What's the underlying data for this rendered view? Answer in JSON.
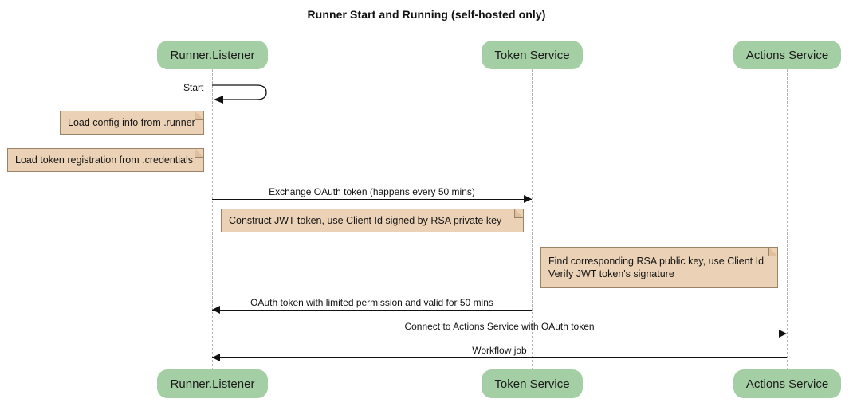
{
  "diagram": {
    "title": "Runner Start and Running (self-hosted only)",
    "type": "sequence-diagram",
    "colors": {
      "participant_fill": "#a4cfa4",
      "note_fill": "#ebd1b5",
      "note_border": "#9b8367",
      "line": "#111111",
      "lifeline": "#b3b3b3",
      "background": "#ffffff"
    }
  },
  "participants": [
    {
      "id": "runner",
      "label": "Runner.Listener"
    },
    {
      "id": "token",
      "label": "Token Service"
    },
    {
      "id": "actions",
      "label": "Actions Service"
    }
  ],
  "participants_bottom": [
    {
      "id": "runner",
      "label": "Runner.Listener"
    },
    {
      "id": "token",
      "label": "Token Service"
    },
    {
      "id": "actions",
      "label": "Actions Service"
    }
  ],
  "messages": [
    {
      "id": "start",
      "label": "Start",
      "from": "runner",
      "to": "runner",
      "kind": "self"
    },
    {
      "id": "exchange-oauth",
      "label": "Exchange OAuth token (happens every 50 mins)",
      "from": "runner",
      "to": "token",
      "direction": "right"
    },
    {
      "id": "oauth-token-reply",
      "label": "OAuth token with limited permission and valid for 50 mins",
      "from": "token",
      "to": "runner",
      "direction": "left"
    },
    {
      "id": "connect-actions",
      "label": "Connect to Actions Service with OAuth token",
      "from": "runner",
      "to": "actions",
      "direction": "right"
    },
    {
      "id": "workflow-job",
      "label": "Workflow job",
      "from": "actions",
      "to": "runner",
      "direction": "left"
    }
  ],
  "notes": [
    {
      "id": "load-config",
      "text": "Load config info from .runner"
    },
    {
      "id": "load-token-registration",
      "text": "Load token registration from .credentials"
    },
    {
      "id": "construct-jwt",
      "text": "Construct JWT token, use Client Id signed by RSA private key"
    },
    {
      "id": "verify-jwt",
      "text": "Find corresponding RSA public key, use Client Id\nVerify JWT token's signature"
    }
  ]
}
